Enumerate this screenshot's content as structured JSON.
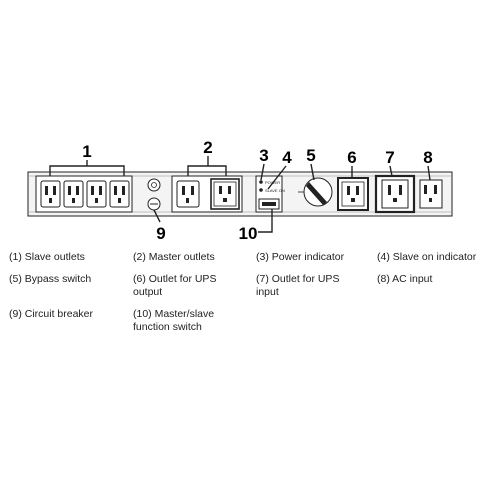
{
  "callouts": [
    "1",
    "2",
    "3",
    "4",
    "5",
    "6",
    "7",
    "8",
    "9",
    "10"
  ],
  "legend": [
    {
      "lines": [
        "(1) Slave outlets"
      ]
    },
    {
      "lines": [
        "(2) Master outlets"
      ]
    },
    {
      "lines": [
        "(3) Power indicator"
      ]
    },
    {
      "lines": [
        "(4) Slave on indicator"
      ]
    },
    {
      "lines": [
        "(5) Bypass switch"
      ]
    },
    {
      "lines": [
        "(6) Outlet for UPS",
        "output"
      ]
    },
    {
      "lines": [
        "(7) Outlet for UPS",
        "input"
      ]
    },
    {
      "lines": [
        "(8) AC input"
      ]
    },
    {
      "lines": [
        "(9) Circuit breaker"
      ]
    },
    {
      "lines": [
        "(10) Master/slave",
        "function switch"
      ]
    }
  ],
  "panel_labels": {
    "power": "POWER",
    "slave_on": "SLAVE ON"
  },
  "colors": {
    "panel_fill": "#f4f4f4",
    "line": "#222222",
    "callout_text": "#000000"
  }
}
